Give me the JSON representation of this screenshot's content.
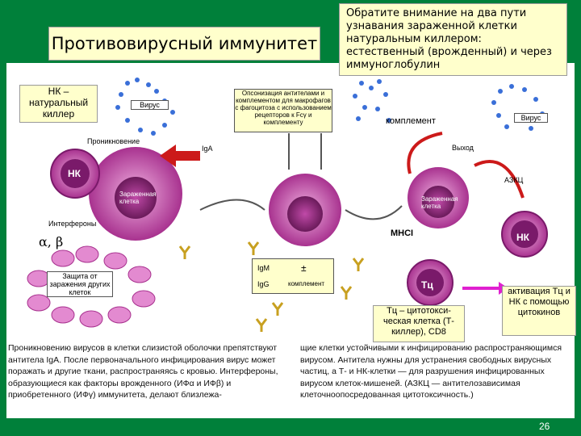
{
  "slide": {
    "title": "Противовирусный иммунитет",
    "note": "Обратите внимание на два пути узнавания зараженной клетки натуральным киллером: естественный (врожденный) и через иммуноглобулин",
    "nk_def": "НК – натуральный киллер",
    "complement_label": "комплемент",
    "mhc_label": "MHCI",
    "tc_def": "Тц – цитотокси-ческая клетка (Т-киллер), CD8",
    "activation": "активация Тц и НК с помощью цитокинов",
    "page_number": "26"
  },
  "diagram": {
    "virus_left": "Вирус",
    "virus_right": "Вирус",
    "penetration": "Проникновение",
    "iga": "IgA",
    "interferons": "Интерфероны",
    "alpha_beta": "α, β",
    "nk_left": "НК",
    "nk_right": "НК",
    "infected_left": "Зараженная клетка",
    "infected_right": "Зараженная клетка",
    "protection": "Защита от заражения других клеток",
    "opsonization": "Опсонизация антителами и комплементом для макрофагов с фагоцитоза с использованием рецепторов к Fcγ и комплементу",
    "exit": "Выход",
    "adcc": "АЗКЦ",
    "igm": "IgM",
    "igg": "IgG",
    "plusminus": "±",
    "complement_small": "комплемент",
    "tc": "Тц"
  },
  "text": {
    "left": "Проникновению вирусов в клетки слизистой оболочки препятствуют антитела IgA. После первоначального инфицирования вирус может поражать и другие ткани, распространяясь с кровью. Интерфероны, образующиеся как факторы врожденного (ИФα и ИФβ) и приобретенного (ИФγ) иммунитета, делают близлежа-",
    "right": "щие клетки устойчивыми к инфицированию распространяющимся вирусом. Антитела нужны для устранения свободных вирусных частиц, а Т- и НК-клетки — для разрушения инфицированных вирусом клеток-мишеней. (АЗКЦ — антителозависимая клеточноопосредованная цитотоксичность.)"
  },
  "colors": {
    "green_frame": "#00803a",
    "cell_purple": "#a8328f",
    "cell_pink": "#e38ad0",
    "virus_blue": "#3a6fd8",
    "arrow_red": "#cc1a1a",
    "magenta_arrow": "#e020d0"
  }
}
